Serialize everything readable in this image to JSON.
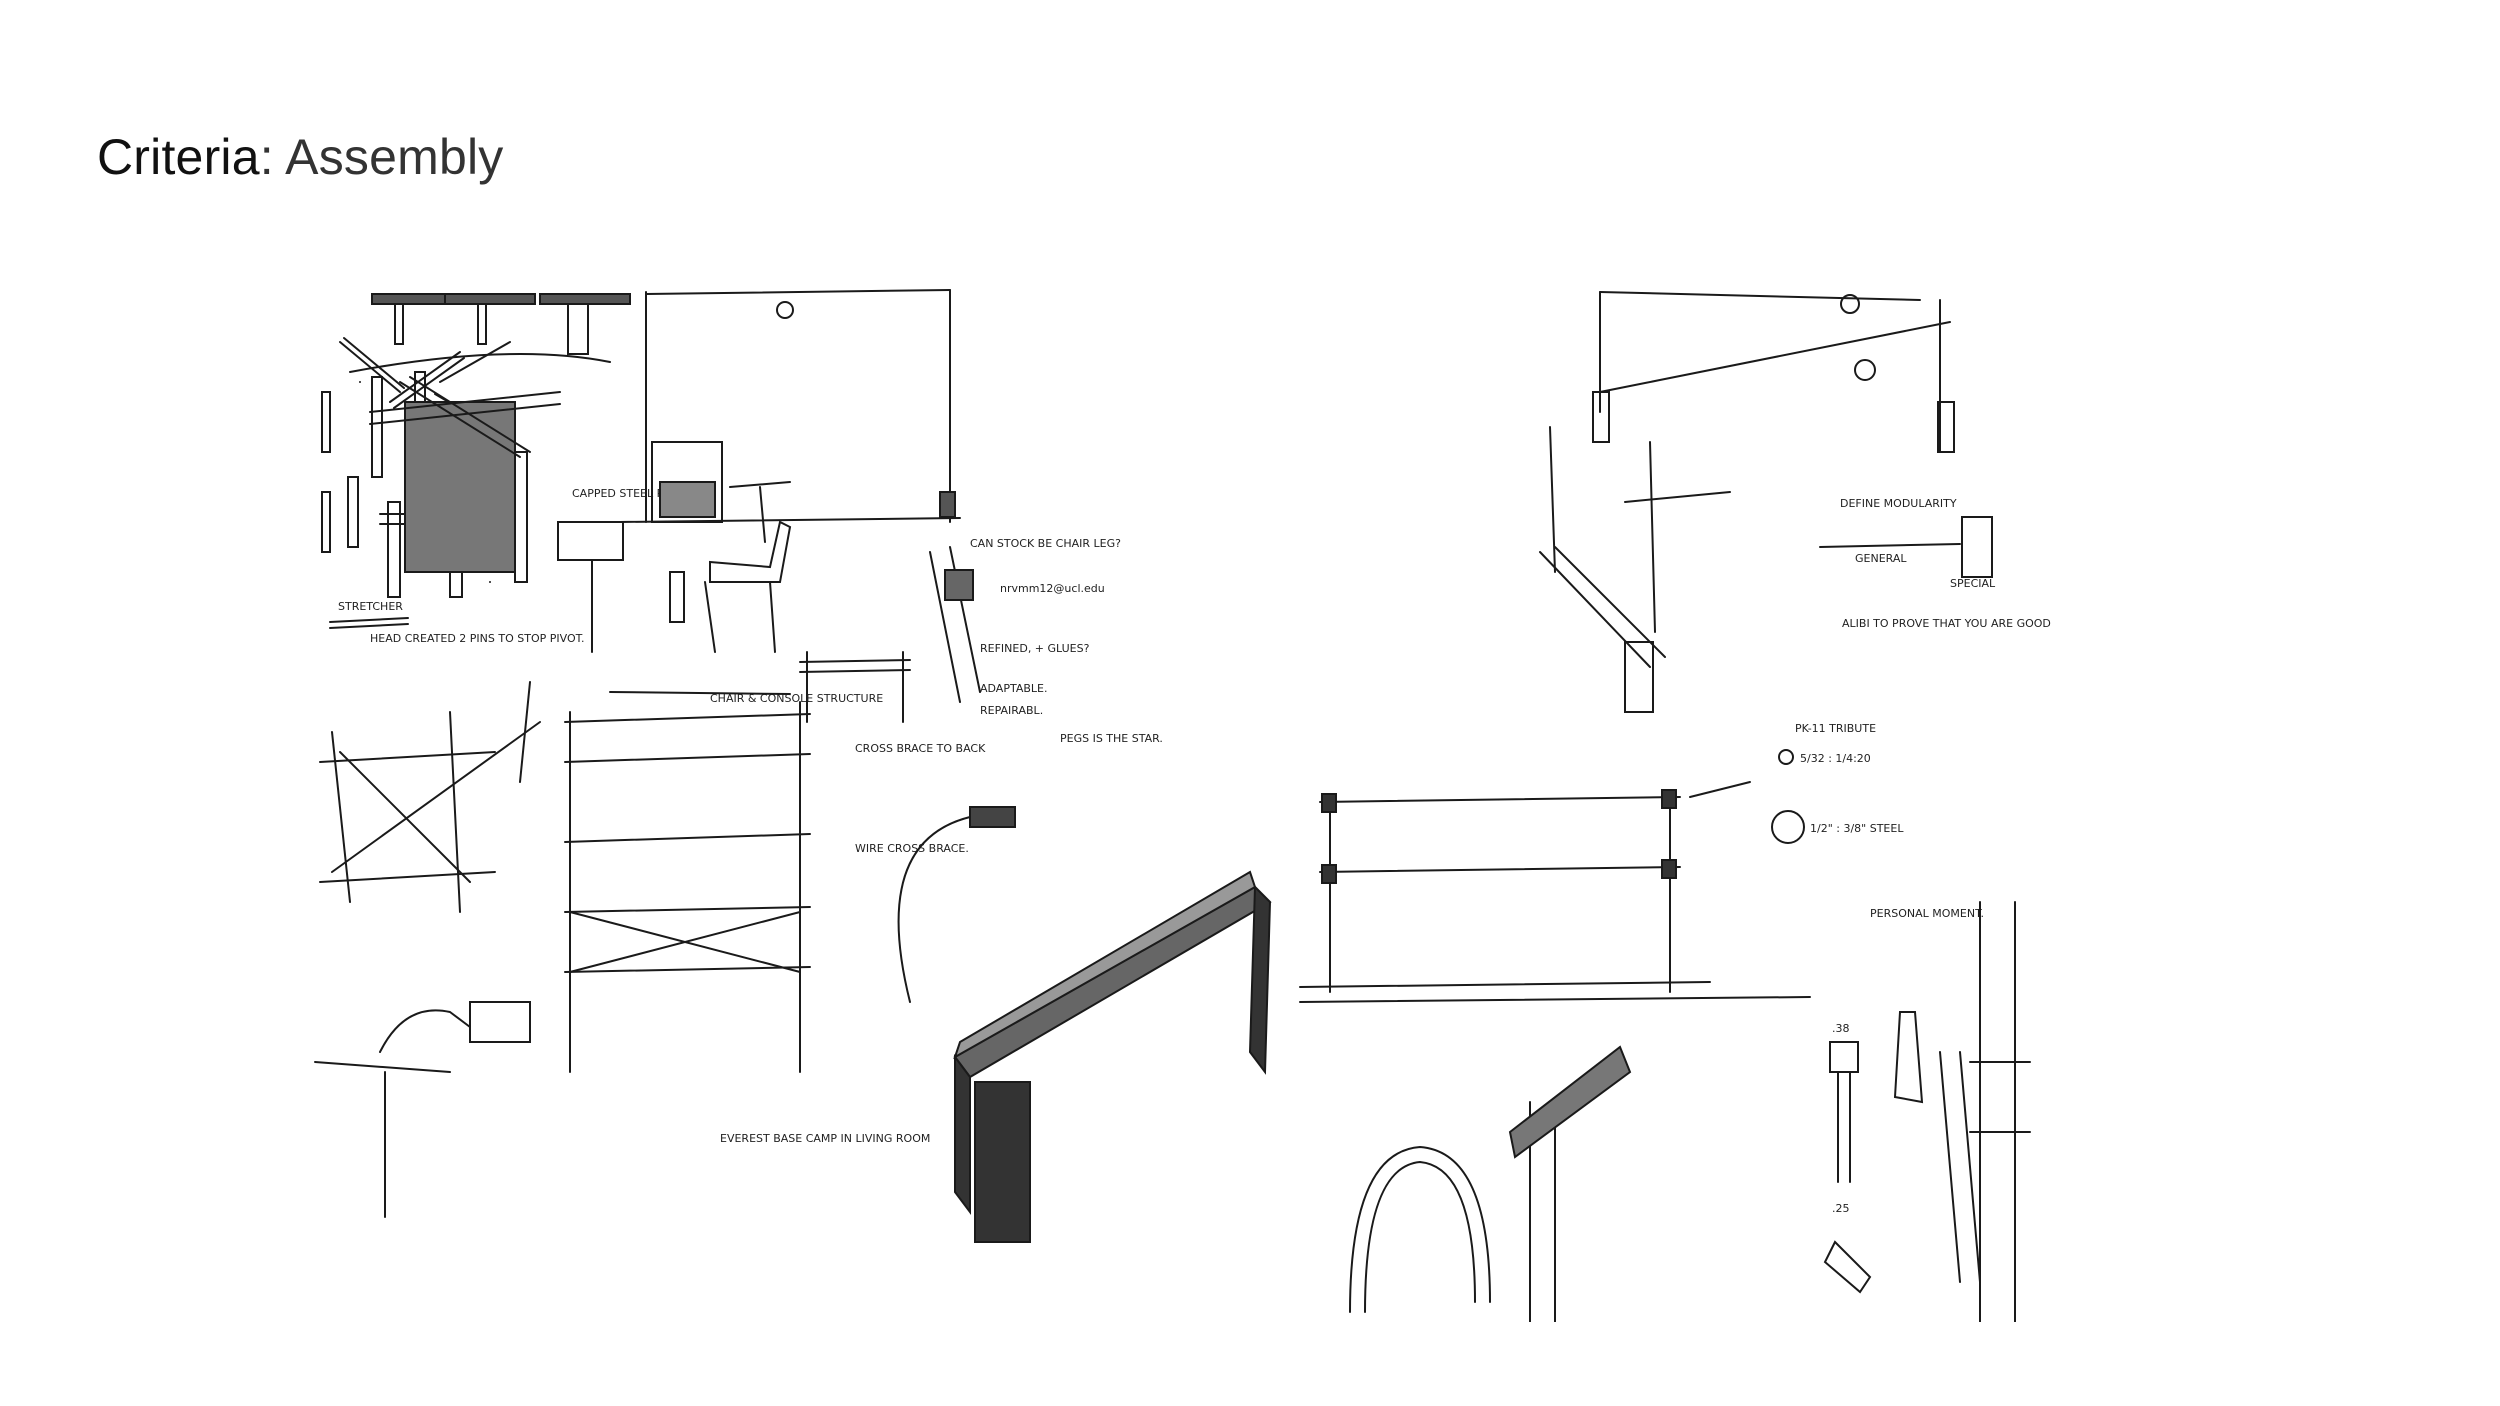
{
  "slide": {
    "title_main": "Criteria",
    "title_sep": ":",
    "title_sub": " Assembly"
  },
  "sketch_notes": [
    "STRETCHER",
    "HEAD CREATED 2 PINS TO STOP PIVOT.",
    "CAPPED STEEL RODS",
    "CAN STOCK BE CHAIR LEG?",
    "nrvmm12@ucl.edu",
    "REFINED, + GLUES?",
    "ADAPTABLE.",
    "REPAIRABL.",
    "PEGS IS THE STAR.",
    "CHAIR & CONSOLE STRUCTURE",
    "DEFINE MODULARITY",
    "GENERAL",
    "SPECIAL",
    "ALIBI TO PROVE THAT YOU ARE GOOD",
    "PK-11 TRIBUTE",
    "5/32 : 1/4:20",
    "1/2\" : 3/8\" STEEL",
    "PERSONAL MOMENT.",
    "CROSS BRACE TO BACK",
    "WIRE CROSS BRACE.",
    "EVEREST BASE CAMP IN LIVING ROOM",
    ".38",
    ".25"
  ]
}
